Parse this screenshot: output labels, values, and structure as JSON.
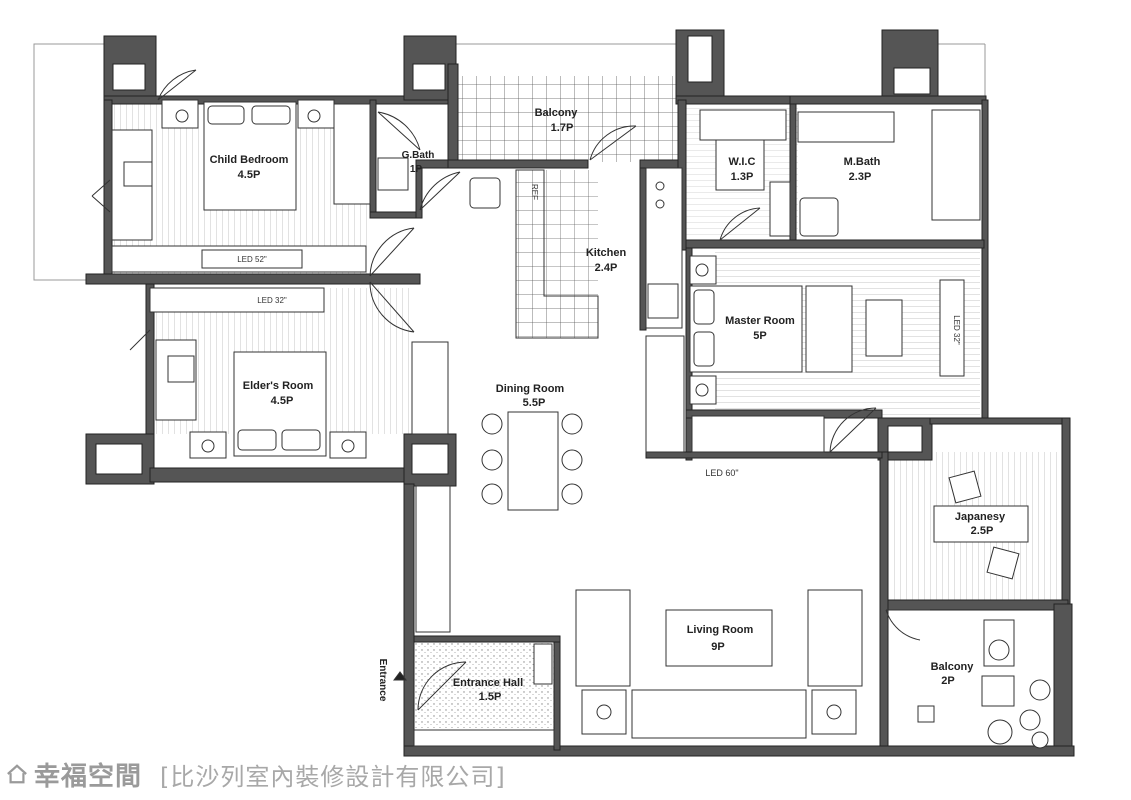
{
  "rooms": {
    "child_bedroom": {
      "name": "Child Bedroom",
      "size": "4.5P"
    },
    "gbath": {
      "name": "G.Bath",
      "size": "1P"
    },
    "balcony_top": {
      "name": "Balcony",
      "size": "1.7P"
    },
    "wic": {
      "name": "W.I.C",
      "size": "1.3P"
    },
    "mbath": {
      "name": "M.Bath",
      "size": "2.3P"
    },
    "kitchen": {
      "name": "Kitchen",
      "size": "2.4P"
    },
    "elders_room": {
      "name": "Elder's Room",
      "size": "4.5P"
    },
    "master_room": {
      "name": "Master Room",
      "size": "5P"
    },
    "dining_room": {
      "name": "Dining Room",
      "size": "5.5P"
    },
    "japanesy": {
      "name": "Japanesy",
      "size": "2.5P"
    },
    "living_room": {
      "name": "Living Room",
      "size": "9P"
    },
    "entrance_hall": {
      "name": "Entrance Hall",
      "size": "1.5P"
    },
    "balcony_right": {
      "name": "Balcony",
      "size": "2P"
    }
  },
  "labels": {
    "led_child": "LED 52\"",
    "led_elder": "LED 32\"",
    "led_master": "LED 32\"",
    "led_living": "LED 60\"",
    "ref": "REF",
    "entrance": "Entrance"
  },
  "footer": {
    "brand": "幸福空間",
    "firm": "[比沙列室內裝修設計有限公司]"
  },
  "colors": {
    "wall": "#555555",
    "wall_outline": "#222222",
    "footer_text": "#9a9a9a"
  }
}
